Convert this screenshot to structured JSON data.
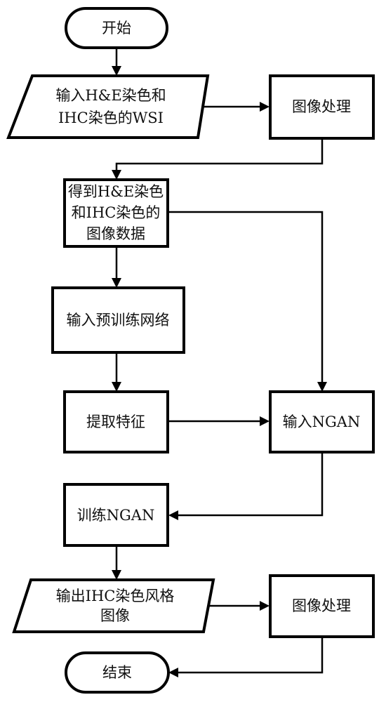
{
  "nodes": {
    "start": "开始",
    "input_wsi": [
      "输入H&E染色和",
      "IHC染色的WSI"
    ],
    "image_proc_1": "图像处理",
    "get_data": [
      "得到H&E染色",
      "和IHC染色的",
      "图像数据"
    ],
    "input_pretrained": "输入预训练网络",
    "extract_features": "提取特征",
    "input_ngan": "输入NGAN",
    "train_ngan": "训练NGAN",
    "output_image": [
      "输出IHC染色风格",
      "图像"
    ],
    "image_proc_2": "图像处理",
    "end": "结束"
  }
}
